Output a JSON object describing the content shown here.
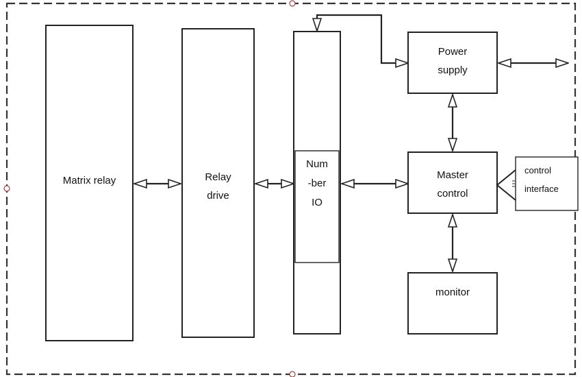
{
  "diagram": {
    "blocks": {
      "matrix_relay": "Matrix relay",
      "relay_drive": [
        "Relay",
        "drive"
      ],
      "number_io": [
        "Num",
        "-ber",
        "IO"
      ],
      "power_supply": [
        "Power",
        "supply"
      ],
      "master_control": [
        "Master",
        "control"
      ],
      "monitor": "monitor",
      "control_interface": [
        "control",
        "interface"
      ]
    }
  }
}
